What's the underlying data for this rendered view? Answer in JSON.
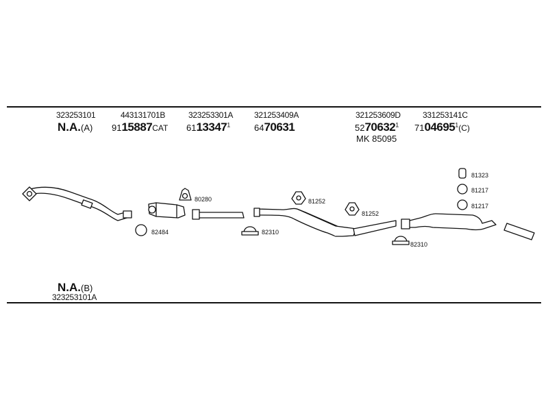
{
  "top": {
    "columns": [
      {
        "part_number": "323253101",
        "ref_na": "N.A.",
        "ref_na_suffix": "(A)"
      },
      {
        "part_number": "443131701B",
        "ref_prefix": "91",
        "ref_main": "15887",
        "ref_suffix": "CAT"
      },
      {
        "part_number": "323253301A",
        "ref_prefix": "61",
        "ref_main": "13347",
        "ref_sup": "1"
      },
      {
        "part_number": "321253409A",
        "ref_prefix": "64",
        "ref_main": "70631"
      },
      {
        "part_number": "321253609D",
        "ref_prefix": "52",
        "ref_main": "70632",
        "ref_sup": "1",
        "kit": "MK  85095"
      },
      {
        "part_number": "331253141C",
        "ref_prefix": "71",
        "ref_main": "04695",
        "ref_sup": "1",
        "ref_suffix": "(C)"
      }
    ]
  },
  "bottom": {
    "ref_na": "N.A.",
    "ref_na_suffix": "(B)",
    "part_number": "323253101A"
  },
  "parts": {
    "labels": [
      "80280",
      "82484",
      "82310",
      "81252",
      "81252",
      "82310",
      "81323",
      "81217",
      "81217"
    ]
  }
}
